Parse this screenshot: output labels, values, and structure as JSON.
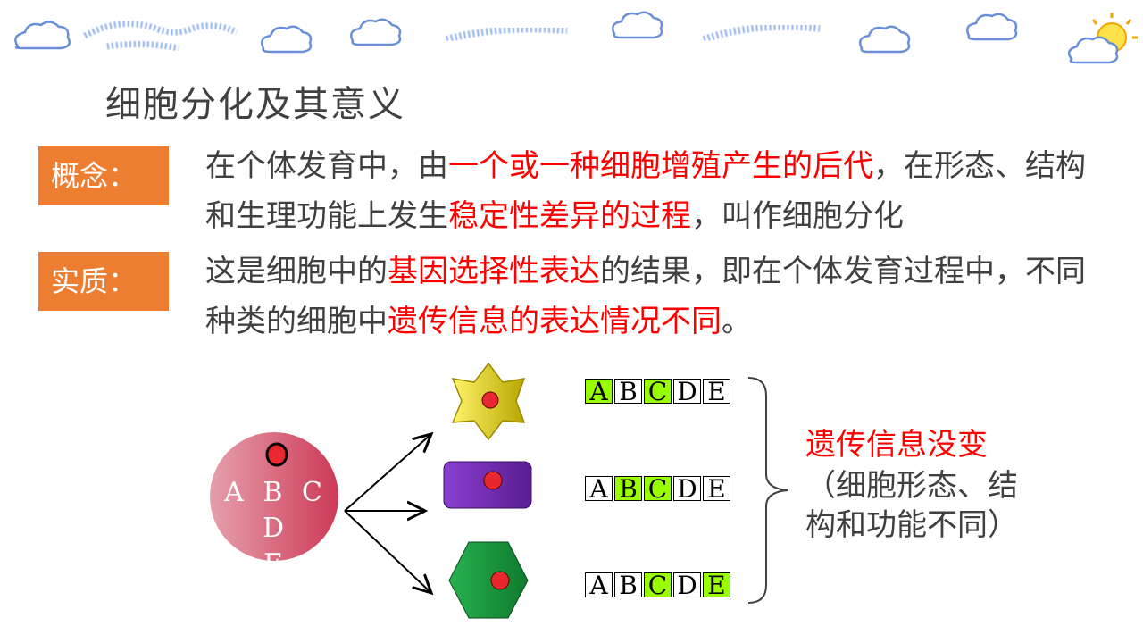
{
  "title": "细胞分化及其意义",
  "concept": {
    "label": "概念：",
    "text": [
      {
        "t": "在个体发育中，由",
        "red": false
      },
      {
        "t": "一个或一种细胞增殖产生的后代",
        "red": true
      },
      {
        "t": "，在形态、结构和生理功能上发生",
        "red": false
      },
      {
        "t": "稳定性差异的过程",
        "red": true
      },
      {
        "t": "，叫作细胞分化",
        "red": false
      }
    ]
  },
  "essence": {
    "label": "实质：",
    "text": [
      {
        "t": "这是细胞中的",
        "red": false
      },
      {
        "t": "基因选择性表达",
        "red": true
      },
      {
        "t": "的结果，即在个体发育过程中，不同种类的细胞中",
        "red": false
      },
      {
        "t": "遗传信息的表达情况不同",
        "red": true
      },
      {
        "t": "。",
        "red": false
      }
    ]
  },
  "diagram": {
    "parent_cell_letters_line1": "A B C D",
    "parent_cell_letters_line2": "E",
    "gene_rows": [
      {
        "cell": "yellow-star",
        "genes": [
          "A",
          "B",
          "C",
          "D",
          "E"
        ],
        "active": [
          true,
          false,
          true,
          false,
          false
        ]
      },
      {
        "cell": "purple-rectangle",
        "genes": [
          "A",
          "B",
          "C",
          "D",
          "E"
        ],
        "active": [
          false,
          true,
          true,
          false,
          false
        ]
      },
      {
        "cell": "green-hexagon",
        "genes": [
          "A",
          "B",
          "C",
          "D",
          "E"
        ],
        "active": [
          false,
          false,
          true,
          false,
          true
        ]
      }
    ],
    "conclusion_title": "遗传信息没变",
    "conclusion_note_line1": "（细胞形态、结",
    "conclusion_note_line2": "构和功能不同）"
  },
  "colors": {
    "label_bg": "#ed7d31",
    "emphasis": "#ff0000",
    "active_gene": "#99ff00",
    "parent_cell": "#d0455f",
    "nucleus": "#e8282e"
  }
}
